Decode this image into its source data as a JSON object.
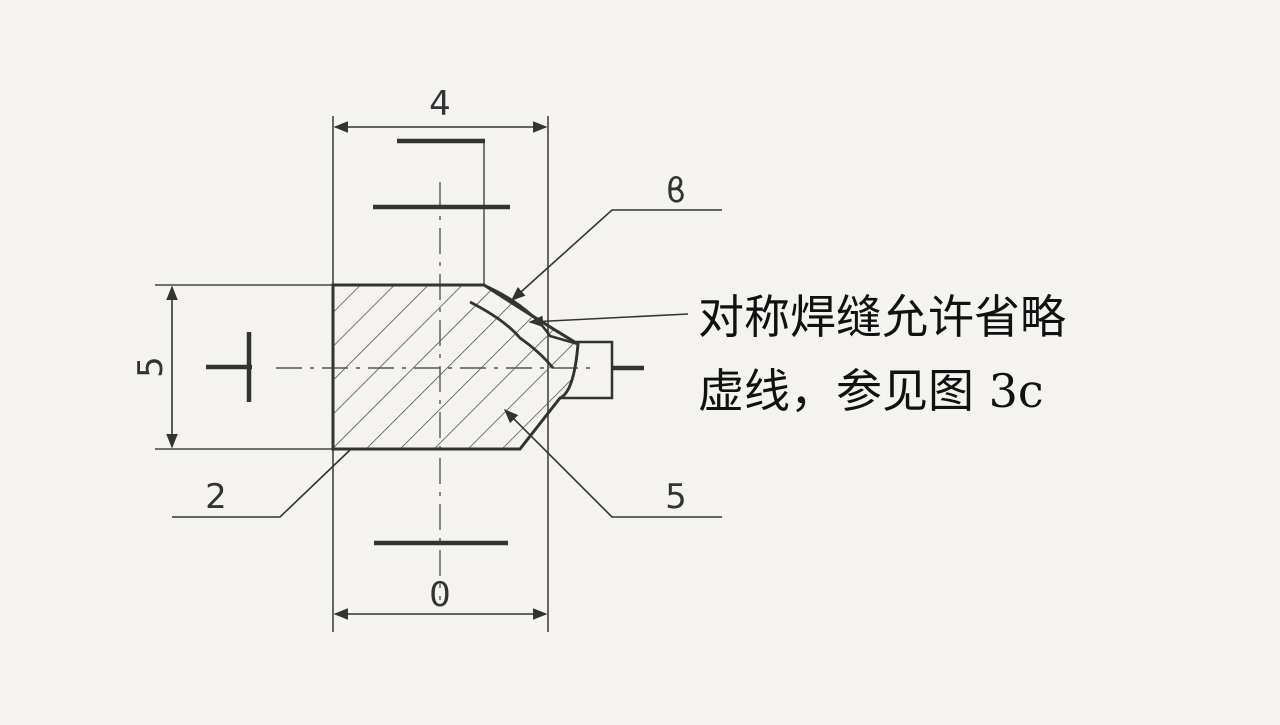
{
  "drawing": {
    "dimensions": {
      "top_width": "4",
      "bottom_width": "0",
      "left_height": "5"
    },
    "callouts": {
      "upper_right": "ϐ",
      "lower_right": "5",
      "lower_left": "2"
    },
    "note": {
      "line_1": "对称焊缝允许省略",
      "line_2": "虚线，参见图 3c"
    }
  }
}
